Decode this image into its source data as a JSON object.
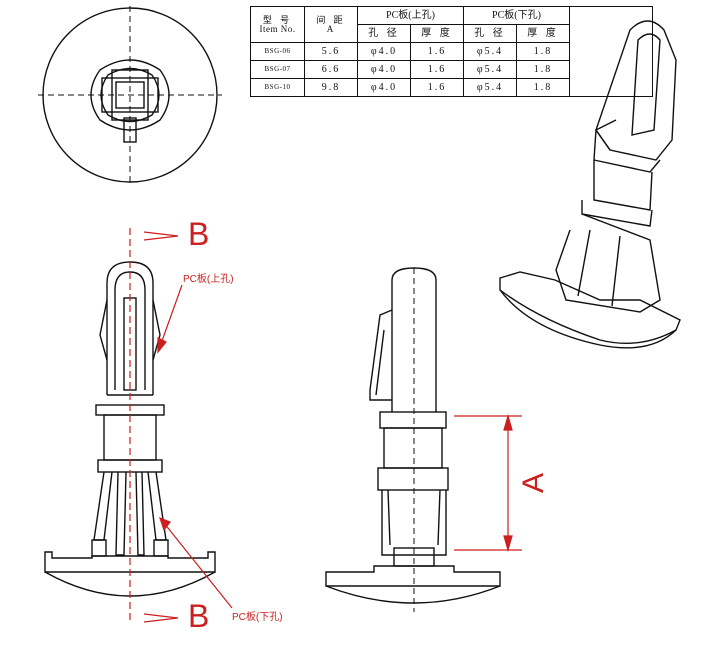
{
  "table": {
    "headers": {
      "model": "型 号",
      "model_en": "Item No.",
      "spacing": "间 距",
      "spacing_sym": "A",
      "pc_upper": "PC板(上孔)",
      "pc_lower": "PC板(下孔)",
      "hole_dia": "孔 径",
      "thickness": "厚 度"
    },
    "rows": [
      {
        "item": "BSG-06",
        "a": "5.6",
        "up_hole": "φ4.0",
        "up_thick": "1.6",
        "low_hole": "φ5.4",
        "low_thick": "1.8"
      },
      {
        "item": "BSG-07",
        "a": "6.6",
        "up_hole": "φ4.0",
        "up_thick": "1.6",
        "low_hole": "φ5.4",
        "low_thick": "1.8"
      },
      {
        "item": "BSG-10",
        "a": "9.8",
        "up_hole": "φ4.0",
        "up_thick": "1.6",
        "low_hole": "φ5.4",
        "low_thick": "1.8"
      }
    ]
  },
  "labels": {
    "section_top": "B",
    "section_bottom": "B",
    "pc_upper_hole": "PC板(上孔)",
    "pc_lower_hole": "PC板(下孔)",
    "dimension": "A"
  },
  "colors": {
    "line": "#111111",
    "annotation": "#cc1f1f"
  }
}
